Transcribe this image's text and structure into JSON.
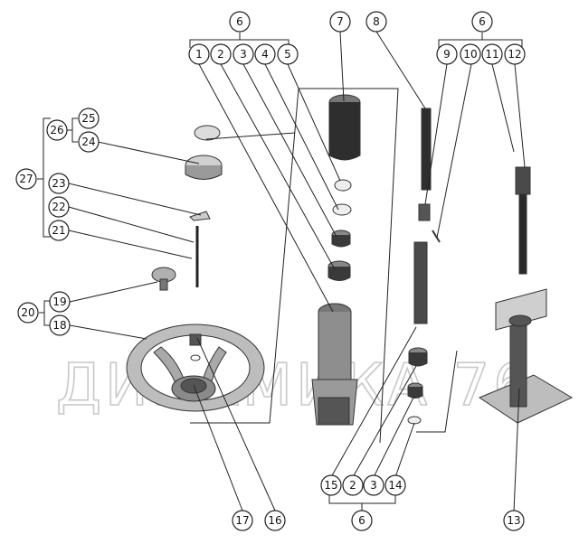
{
  "watermark": "ДИНАМИКА 76",
  "callouts": {
    "c6_top_left": "6",
    "c1": "1",
    "c2": "2",
    "c3": "3",
    "c4": "4",
    "c5": "5",
    "c7": "7",
    "c8": "8",
    "c6_top_right": "6",
    "c9": "9",
    "c10": "10",
    "c11": "11",
    "c12": "12",
    "c25": "25",
    "c26": "26",
    "c24": "24",
    "c27": "27",
    "c23": "23",
    "c22": "22",
    "c21": "21",
    "c19": "19",
    "c20": "20",
    "c18": "18",
    "c15": "15",
    "c2b": "2",
    "c3b": "3",
    "c14": "14",
    "c6_bottom": "6",
    "c17": "17",
    "c16": "16",
    "c13": "13"
  }
}
